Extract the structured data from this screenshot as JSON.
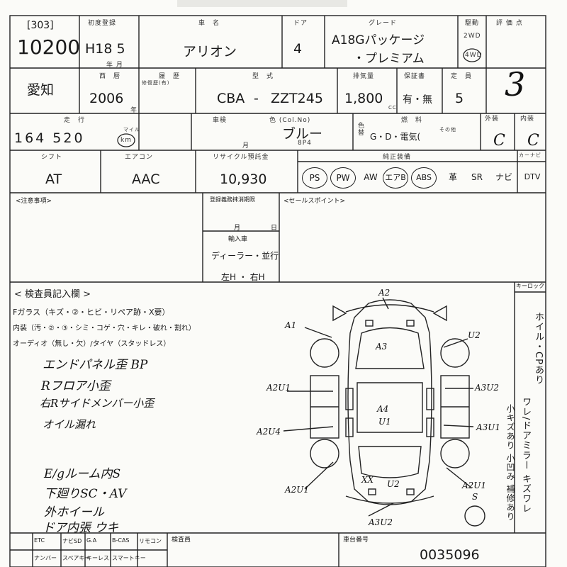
{
  "header": {
    "lot_label": "[303]",
    "lot_number": "10200",
    "first_reg_label": "初度登録",
    "first_reg_value": "H18 5",
    "first_reg_unit": "年 月",
    "car_name_label": "車　名",
    "car_name": "アリオン",
    "doors_label": "ドア",
    "doors": "4",
    "grade_label": "グレード",
    "grade_line1": "A18Gパッケージ",
    "grade_line2": "・プレミアム",
    "drive_label": "駆動",
    "drive_2wd": "2WD",
    "drive_4wd": "4WD",
    "score_label": "評 価 点",
    "score": "3"
  },
  "row2": {
    "region": "愛知",
    "year_label": "西　暦",
    "year": "2006",
    "year_unit": "年",
    "history_label": "履　歴",
    "history_sub": "修復歴(有)",
    "model_label": "型　式",
    "model_prefix": "CBA",
    "model_dash": "-",
    "model_code": "ZZT245",
    "displacement_label": "排気量",
    "displacement": "1,800",
    "displacement_unit": "CC",
    "warranty_label": "保証書",
    "warranty_value": "有・無",
    "capacity_label": "定　員",
    "capacity": "5"
  },
  "row3": {
    "mileage_label": "走　行",
    "mileage": "164 520",
    "mileage_unit_top": "マイル",
    "mileage_unit": "km",
    "shaken_label": "車検",
    "month_unit": "月",
    "color_label": "色 (Col.No)",
    "color": "ブルー",
    "color_code": "8P4",
    "color_change_label": "色替",
    "fuel_label": "燃　料",
    "fuel_value": "G・D・電気(",
    "fuel_other": "その他",
    "exterior_label": "外装",
    "exterior": "C",
    "interior_label": "内装",
    "interior": "C"
  },
  "row4": {
    "shift_label": "シフト",
    "shift": "AT",
    "aircon_label": "エアコン",
    "aircon": "AAC",
    "recycle_label": "リサイクル預託金",
    "recycle": "10,930",
    "equipment_label": "純正装備",
    "equipment": [
      "PS",
      "PW",
      "AW",
      "エアB",
      "ABS",
      "革",
      "SR",
      "ナビ",
      "DTV"
    ],
    "equipment_circled": [
      true,
      true,
      false,
      true,
      true,
      false,
      false,
      false,
      false
    ],
    "carnavi_label": "カーナビ"
  },
  "notes": {
    "caution_label": "<注意事項>",
    "registration_label": "登録義務抹消期限",
    "month_label": "月",
    "day_label": "日",
    "import_label": "輸入車",
    "import_value": "ディーラー・並行",
    "handle_value": "左H ・ 右H",
    "sales_point_label": "<セールスポイント>"
  },
  "inspector": {
    "title": "< 検査員記入欄 >",
    "key_label": "キーロック",
    "glass_line": "Fガラス（キズ・②・ヒビ・リペア跡・X要）",
    "interior_line": "内装（汚・②・③・シミ・コゲ・穴・キレ・破れ・割れ）",
    "audio_line": "オーディオ（無し・欠）/タイヤ（スタッドレス）",
    "handwritten": [
      "エンドパネル歪 BP",
      "Rフロア小歪",
      "右Rサイドメンバー小歪",
      "オイル漏れ",
      "E/gルーム内S",
      "下廻りSC・AV",
      "外ホイール",
      "ドア内張 ウキ"
    ],
    "right_vertical_1": "ホイル・CPあり",
    "right_vertical_2": "ワレ/ドアミラー キズワレ",
    "right_vertical_3": "小キズあり 小凹み 補修あり"
  },
  "diagram_marks": [
    "A2",
    "A1",
    "U2",
    "A3",
    "A2U1",
    "A3U2",
    "A4",
    "U1",
    "A2U4",
    "A3U1",
    "XX",
    "U2",
    "A2U1",
    "A2U1",
    "S",
    "A3U2"
  ],
  "footer": {
    "options": [
      "ETC",
      "ナビSD",
      "G.A",
      "B-CAS",
      "リモコン"
    ],
    "options2": [
      "ナンバー",
      "スペアキー",
      "キーレス",
      "スマートキー"
    ],
    "inspector_label": "検査員",
    "chassis_label": "車台番号",
    "chassis_number": "0035096"
  }
}
